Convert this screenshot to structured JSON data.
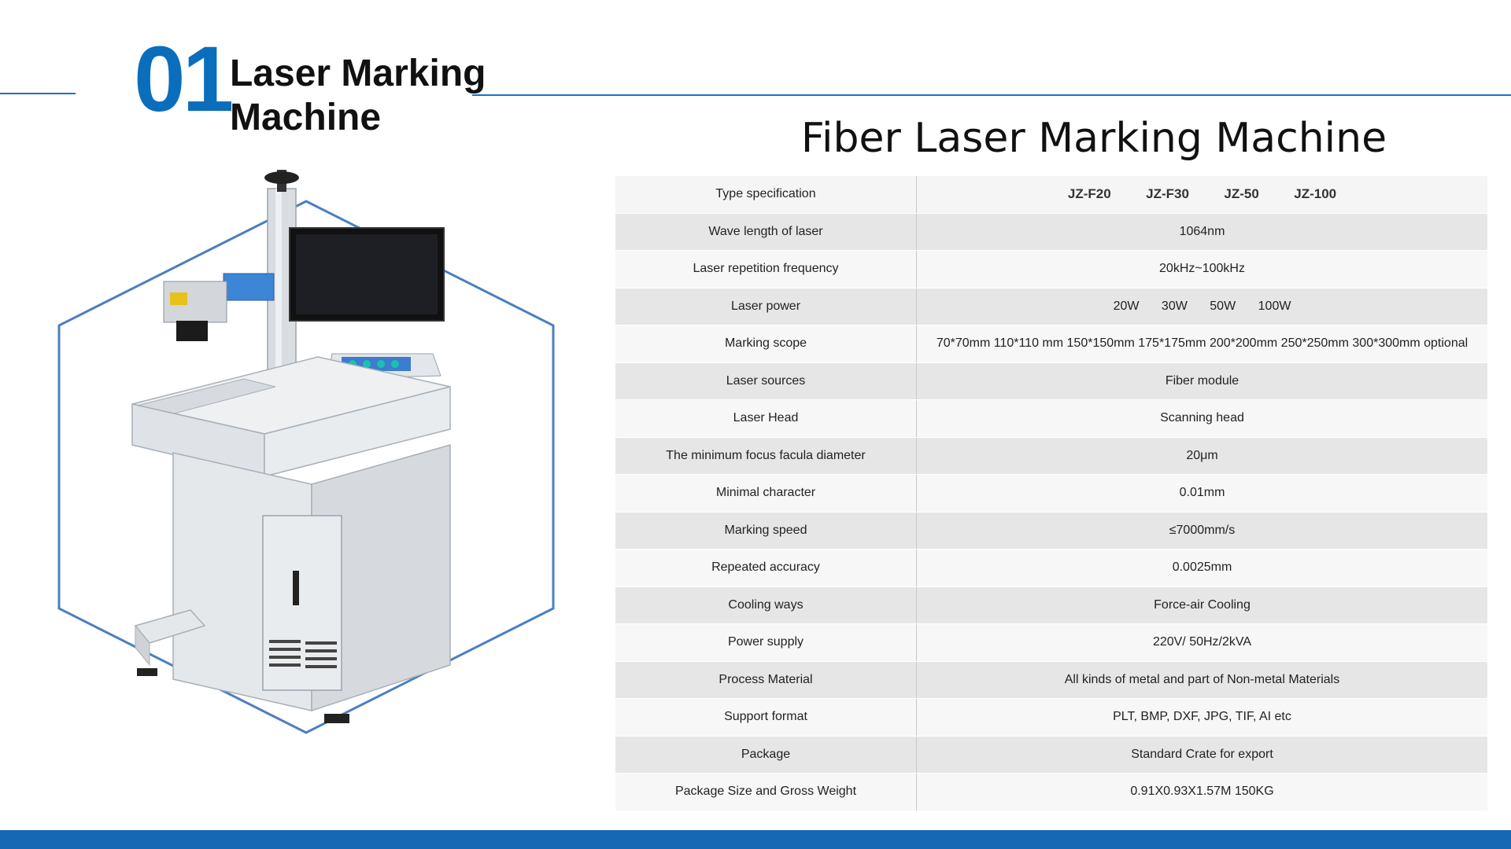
{
  "header": {
    "number": "01",
    "section_title_line1": "Laser Marking",
    "section_title_line2": "Machine",
    "main_title": "Fiber Laser Marking Machine"
  },
  "spec_table": {
    "rows": [
      {
        "label": "Type specification",
        "models": [
          "JZ-F20",
          "JZ-F30",
          "JZ-50",
          "JZ-100"
        ]
      },
      {
        "label": "Wave length of laser",
        "value": "1064nm"
      },
      {
        "label": "Laser repetition frequency",
        "value": "20kHz~100kHz"
      },
      {
        "label": "Laser power",
        "powers": [
          "20W",
          "30W",
          "50W",
          "100W"
        ]
      },
      {
        "label": "Marking scope",
        "value": "70*70mm 110*110 mm 150*150mm 175*175mm 200*200mm 250*250mm 300*300mm optional"
      },
      {
        "label": "Laser sources",
        "value": "Fiber module"
      },
      {
        "label": "Laser Head",
        "value": "Scanning head"
      },
      {
        "label": "The minimum focus facula diameter",
        "value": "20μm"
      },
      {
        "label": "Minimal character",
        "value": "0.01mm"
      },
      {
        "label": "Marking speed",
        "value": "≤7000mm/s"
      },
      {
        "label": "Repeated accuracy",
        "value": "0.0025mm"
      },
      {
        "label": "Cooling ways",
        "value": "Force-air Cooling"
      },
      {
        "label": "Power supply",
        "value": "220V/ 50Hz/2kVA"
      },
      {
        "label": "Process Material",
        "value": "All kinds of metal and part of Non-metal Materials"
      },
      {
        "label": "Support format",
        "value": "PLT, BMP, DXF, JPG, TIF, AI etc"
      },
      {
        "label": "Package",
        "value": "Standard Crate for export"
      },
      {
        "label": "Package Size and Gross Weight",
        "value": "0.91X0.93X1.57M  150KG"
      }
    ]
  },
  "colors": {
    "accent_blue": "#0a6ebd",
    "bar_blue": "#1668b5",
    "hexagon_stroke": "#4a7fc0"
  }
}
